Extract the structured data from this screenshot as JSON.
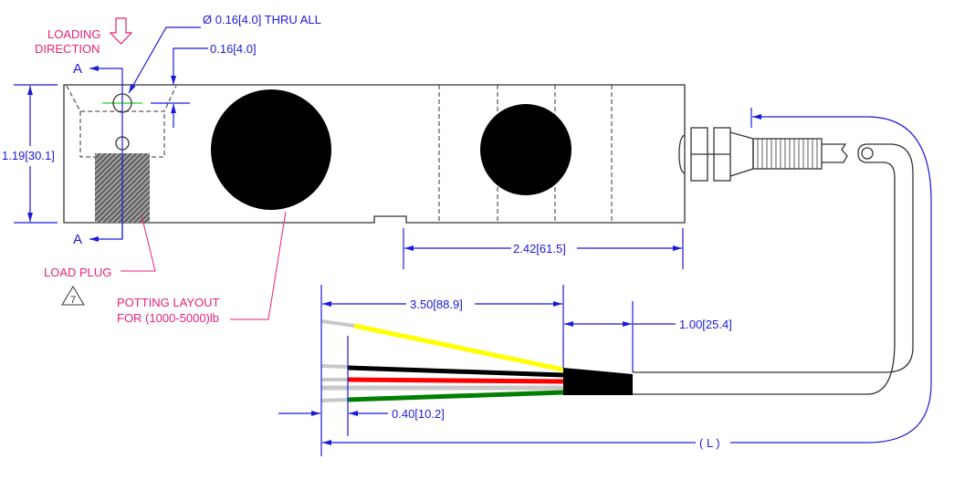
{
  "labels": {
    "hole_callout": "Ø 0.16[4.0] THRU ALL",
    "hole_offset": "0.16[4.0]",
    "loading_direction_1": "LOADING",
    "loading_direction_2": "DIRECTION",
    "section_mark_top": "A",
    "section_mark_bottom": "A",
    "height_dim": "1.19[30.1]",
    "load_plug": "LOAD PLUG",
    "note_flag": "7",
    "potting_1": "POTTING LAYOUT",
    "potting_2": "FOR (1000-5000)lb",
    "length_dim": "2.42[61.5]",
    "wire_length_dim": "3.50[88.9]",
    "potting_length_dim": "1.00[25.4]",
    "strip_length_dim": "0.40[10.2]",
    "cable_length": "( L )"
  },
  "colors": {
    "dimension": "#1a1adc",
    "note": "#e8207a",
    "wire_yellow": "#ffff00",
    "wire_black": "#000000",
    "wire_red": "#ff0000",
    "wire_shield": "#c8c8c8",
    "wire_green": "#008000"
  }
}
